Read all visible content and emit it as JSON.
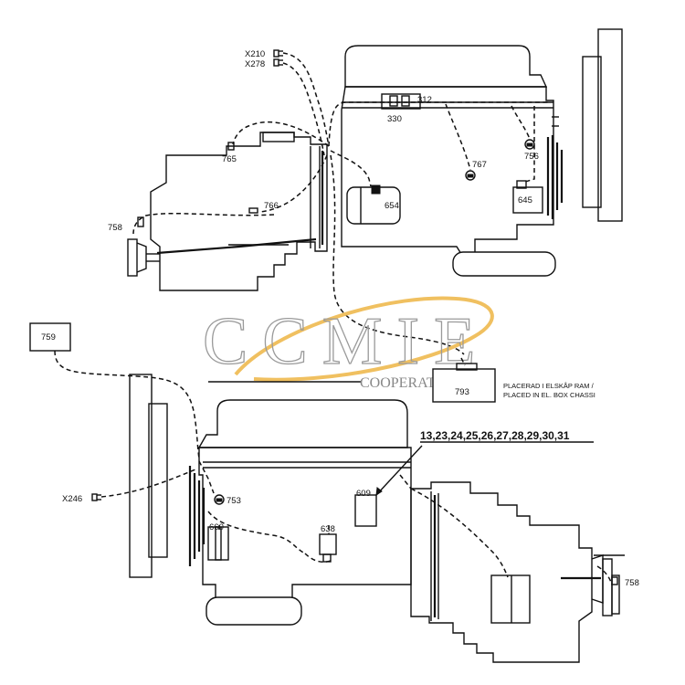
{
  "labels": {
    "x210": "X210",
    "x278": "X278",
    "c312": "312",
    "c330": "330",
    "c765": "765",
    "c766": "766",
    "c767": "767",
    "c756": "756",
    "c654": "654",
    "c645": "645",
    "c758_top": "758",
    "c759": "759",
    "c793": "793",
    "x246": "X246",
    "c753": "753",
    "c660": "660",
    "c638": "638",
    "c609": "609",
    "c758_bottom": "758",
    "bold_ref": "13,23,24,25,26,27,28,29,30,31"
  },
  "note": {
    "line1": "PLACERAD I ELSKÅP RAM /",
    "line2": "PLACED IN EL. BOX CHASSI"
  },
  "watermark": {
    "big": "CCMIE",
    "small": "COOPERATION",
    "ellipse_color": "#f0c060"
  }
}
